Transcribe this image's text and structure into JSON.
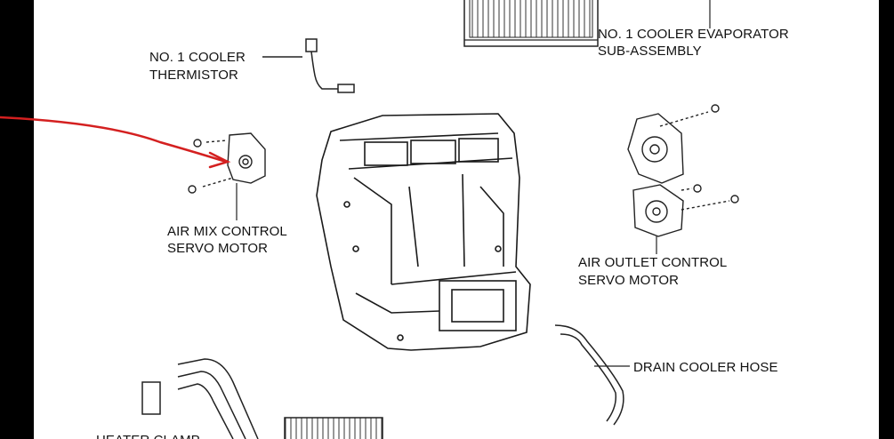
{
  "labels": {
    "cooler_evaporator_line1": "NO. 1 COOLER EVAPORATOR",
    "cooler_evaporator_line2": "SUB-ASSEMBLY",
    "cooler_thermistor_line1": "NO. 1 COOLER",
    "cooler_thermistor_line2": "THERMISTOR",
    "air_mix_line1": "AIR MIX CONTROL",
    "air_mix_line2": "SERVO MOTOR",
    "air_outlet_line1": "AIR OUTLET CONTROL",
    "air_outlet_line2": "SERVO MOTOR",
    "drain_hose": "DRAIN COOLER HOSE",
    "heater_clamp": "HEATER CLAMP"
  },
  "colors": {
    "line": "#1a1a1a",
    "annotation_arrow": "#d42020",
    "background": "#ffffff",
    "frame": "#000000"
  }
}
